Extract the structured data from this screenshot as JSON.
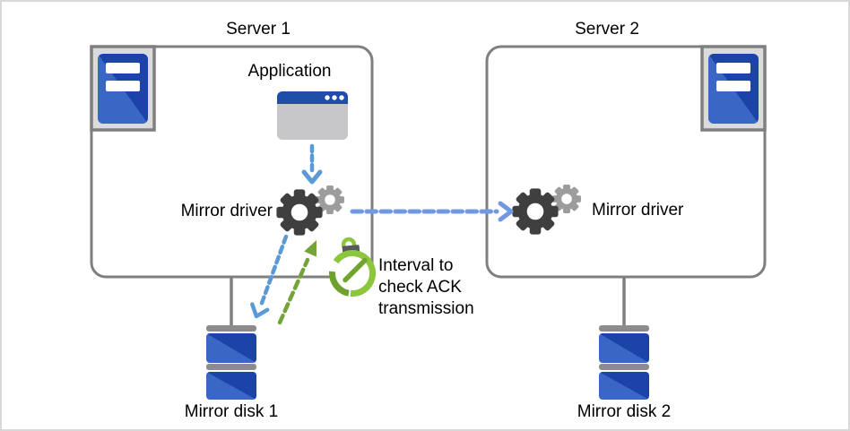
{
  "server1": {
    "title": "Server 1",
    "application_label": "Application",
    "mirror_driver_label": "Mirror driver",
    "disk_label": "Mirror disk 1"
  },
  "server2": {
    "title": "Server 2",
    "mirror_driver_label": "Mirror driver",
    "disk_label": "Mirror disk 2"
  },
  "annotation": {
    "ack_interval_label": "Interval to check ACK transmission"
  },
  "icons": {
    "server1_host": "server-tower-icon",
    "server2_host": "server-tower-icon",
    "application": "application-window-icon",
    "mirror_driver_1": "gears-icon",
    "mirror_driver_2": "gears-icon",
    "ack_timer": "stopwatch-icon",
    "mirror_disk_1": "disk-stack-icon",
    "mirror_disk_2": "disk-stack-icon"
  },
  "colors": {
    "box_border": "#7F7F7F",
    "server_icon_blue_light": "#3A67C6",
    "server_icon_blue_dark": "#1C43A8",
    "server_icon_bg": "#DBDBDB",
    "app_titlebar_blue": "#1F4EA8",
    "app_body_gray": "#C7C7CA",
    "gear_dark": "#3F3F3F",
    "gear_light": "#9C9C9C",
    "arrow_blue": "#5B9BD5",
    "arrow_blue_horizontal": "#7098E4",
    "arrow_green": "#74A33A",
    "stopwatch_green": "#8CC63F",
    "stopwatch_green_dark": "#6FA02C",
    "disk_cap_gray": "#8C8C8C",
    "text": "#000000"
  }
}
